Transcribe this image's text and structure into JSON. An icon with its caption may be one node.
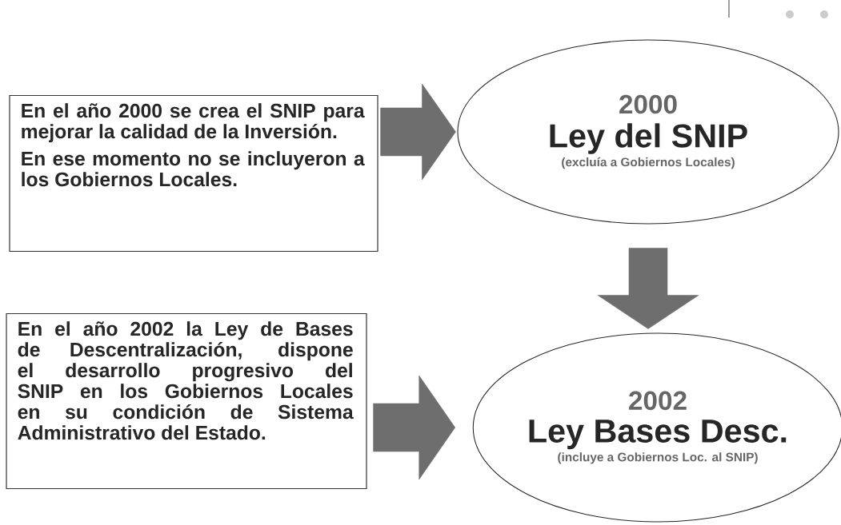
{
  "diagram": {
    "nodes": [
      {
        "text": [
          "En el año 2000 se crea el SNIP para mejorar la calidad de la Inversión.",
          "En ese momento no se incluyeron a los Gobiernos Locales."
        ]
      },
      {
        "text": [
          "2000",
          "Ley del SNIP",
          "(excluía a Gobiernos Locales)"
        ]
      },
      {
        "text": [
          "En el año 2002 la Ley de Bases de Descentralización, dispone el desarrollo progresivo del SNIP en los Gobiernos Locales en su condición de Sistema Administrativo del Estado."
        ]
      },
      {
        "text": [
          "2002",
          "Ley Bases Desc.",
          "(incluye a Gobiernos Loc. al SNIP)"
        ]
      }
    ],
    "edges": [
      {
        "from": 0,
        "to": 1,
        "arrow": "to"
      },
      {
        "from": 1,
        "to": 3,
        "arrow": "to"
      },
      {
        "from": 2,
        "to": 3,
        "arrow": "to"
      }
    ]
  }
}
